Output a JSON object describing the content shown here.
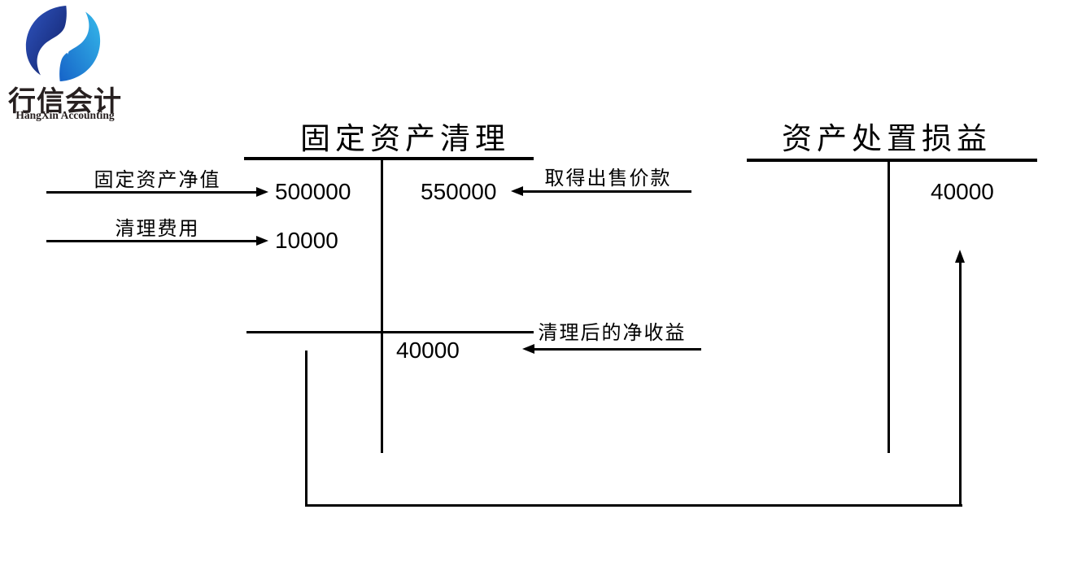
{
  "brand": {
    "name_cn": "行信会计",
    "name_en": "HangXin Accounting"
  },
  "diagram": {
    "left_account": {
      "title": "固定资产清理",
      "debit_entries": [
        {
          "label": "固定资产净值",
          "amount": "500000"
        },
        {
          "label": "清理费用",
          "amount": "10000"
        }
      ],
      "credit_entries": [
        {
          "label": "取得出售价款",
          "amount": "550000"
        }
      ],
      "balance_entry": {
        "label": "清理后的净收益",
        "amount": "40000"
      }
    },
    "right_account": {
      "title": "资产处置损益",
      "credit_entries": [
        {
          "amount": "40000"
        }
      ]
    },
    "colors": {
      "line": "#000000",
      "logo_dark_blue": "#16307e",
      "logo_light_blue": "#1e8fd5",
      "brand_text": "#272020"
    }
  }
}
